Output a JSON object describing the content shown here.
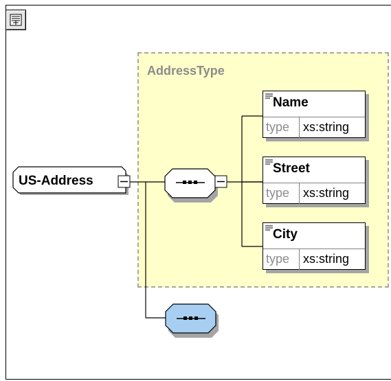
{
  "diagram": {
    "root_element": "US-Address",
    "complex_type": "AddressType",
    "type_label": "type",
    "children": [
      {
        "name": "Name",
        "type": "xs:string"
      },
      {
        "name": "Street",
        "type": "xs:string"
      },
      {
        "name": "City",
        "type": "xs:string"
      }
    ]
  },
  "colors": {
    "type_group_bg": "#ffffc9",
    "type_group_border": "#a6a6a6",
    "sequence_bg": "#ffffff",
    "selected_sequence_bg": "#a8cff2",
    "shadow": "#a5a5a5"
  },
  "icons": {
    "toolbar": "diagram-view-icon",
    "compositor": "sequence-icon",
    "collapse": "collapse-minus-icon",
    "element_marker": "element-lines-icon"
  }
}
